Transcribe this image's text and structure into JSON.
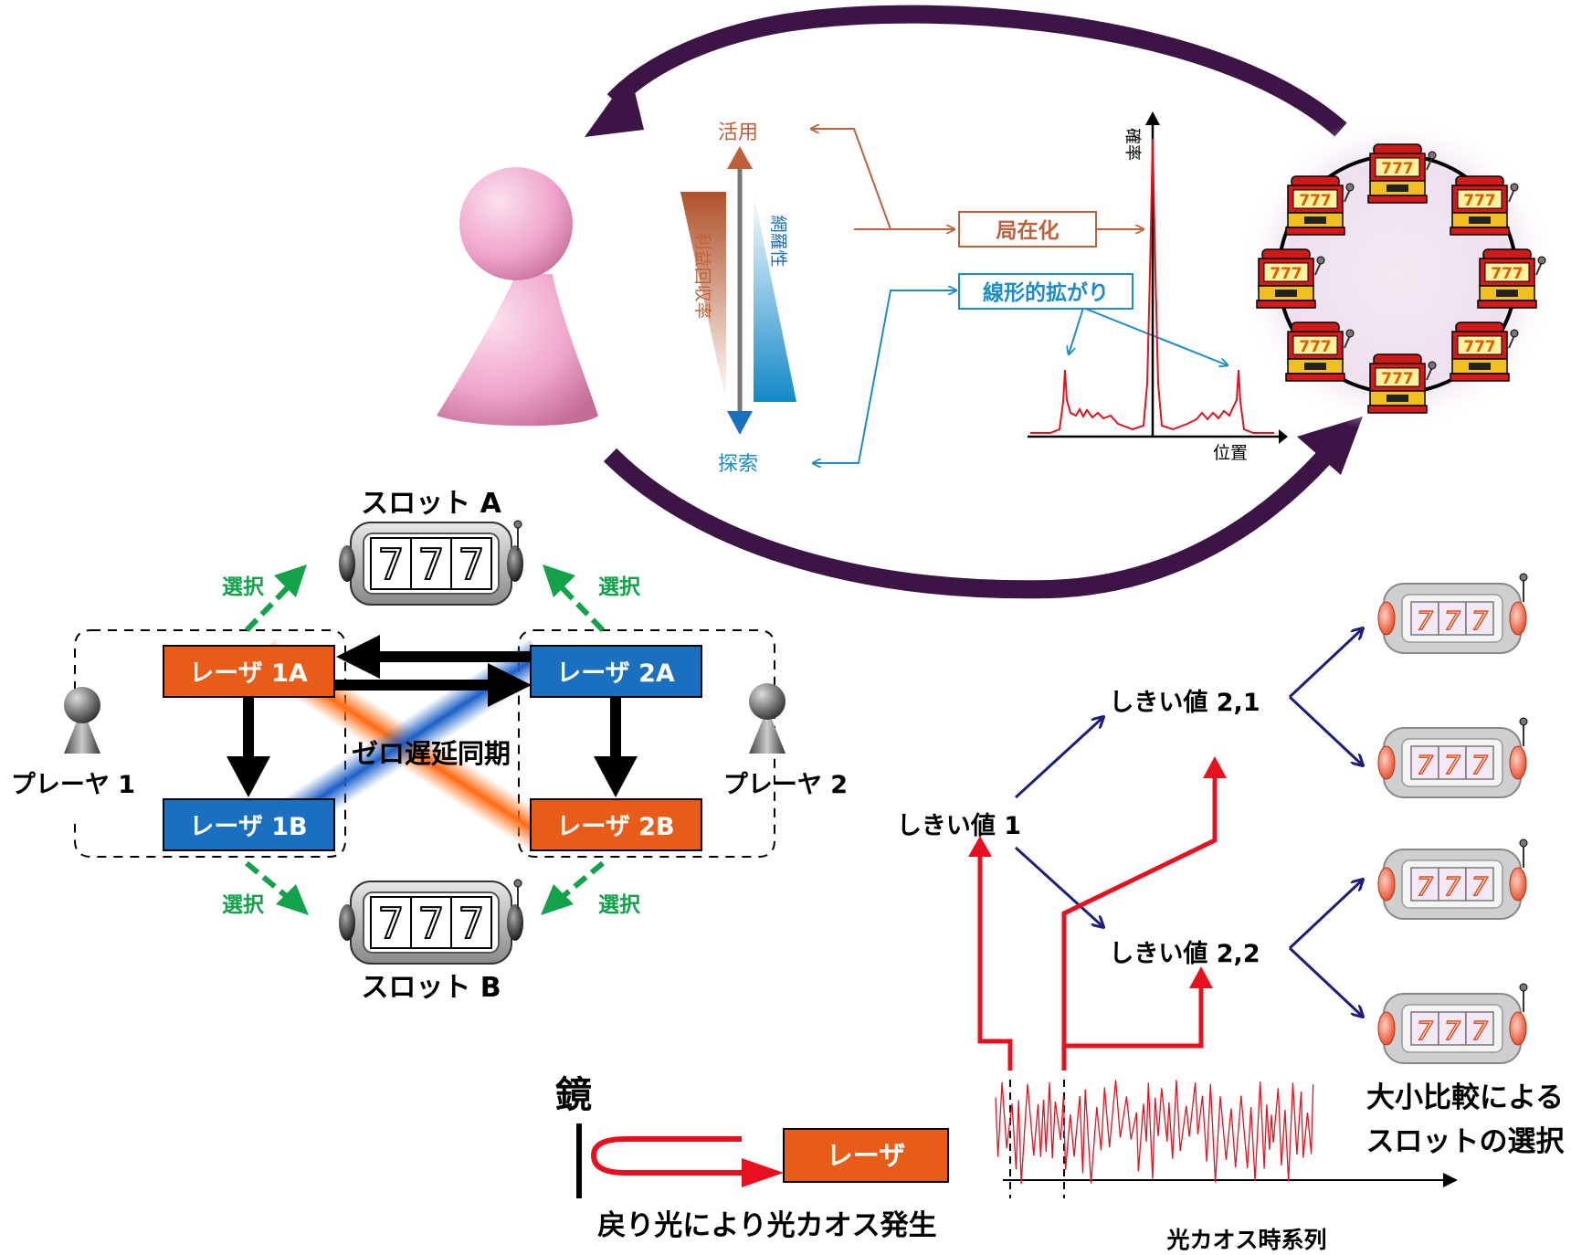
{
  "colors": {
    "purple": "#3c1446",
    "orange": "#e85c1a",
    "blue": "#1a6fbf",
    "brown": "#c0603a",
    "cyan": "#1a8cc8",
    "green": "#11a24a",
    "red": "#e8101e",
    "navy": "#1c1f7a"
  },
  "top": {
    "exploit": "活用",
    "explore": "探索",
    "profit_rate": "利益回収率",
    "coverage": "網羅性",
    "localization": "局在化",
    "linear_spread": "線形的拡がり",
    "axis_y": "確率",
    "axis_x": "位置"
  },
  "left": {
    "slot_a": "スロット A",
    "slot_b": "スロット B",
    "select": "選択",
    "laser_1a": "レーザ 1A",
    "laser_2a": "レーザ 2A",
    "laser_1b": "レーザ 1B",
    "laser_2b": "レーザ 2B",
    "zero_delay": "ゼロ遅延同期",
    "player1": "プレーヤ 1",
    "player2": "プレーヤ 2",
    "slot_digits": "777"
  },
  "right": {
    "threshold1": "しきい値 1",
    "threshold21": "しきい値 2,1",
    "threshold22": "しきい値 2,2",
    "compare_line1": "大小比較による",
    "compare_line2": "スロットの選択",
    "mirror": "鏡",
    "laser": "レーザ",
    "feedback": "戻り光により光カオス発生",
    "timeseries": "光カオス時系列"
  }
}
